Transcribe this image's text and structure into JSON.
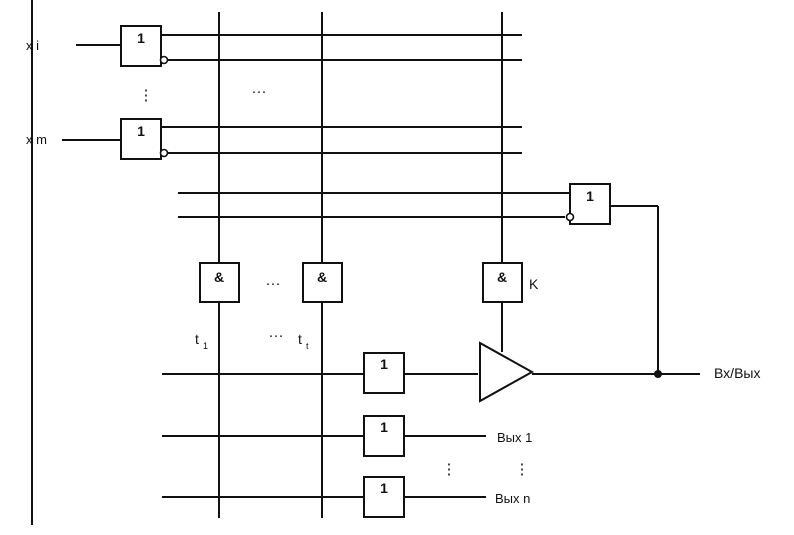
{
  "labels": {
    "input_first": "x i",
    "input_last": "x m",
    "time_first": "t",
    "time_first_sub": "1",
    "time_last": "t",
    "time_last_sub": "t",
    "k_label": "K",
    "bidir": "Вх/Вых",
    "out_first": "Вых 1",
    "out_last": "Вых n"
  },
  "gates": {
    "or_symbol": "1",
    "and_symbol": "&"
  },
  "ellipsis": {
    "horizontal": "···",
    "vertical": "⋮"
  },
  "colors": {
    "line": "#111111",
    "background": "#ffffff"
  }
}
